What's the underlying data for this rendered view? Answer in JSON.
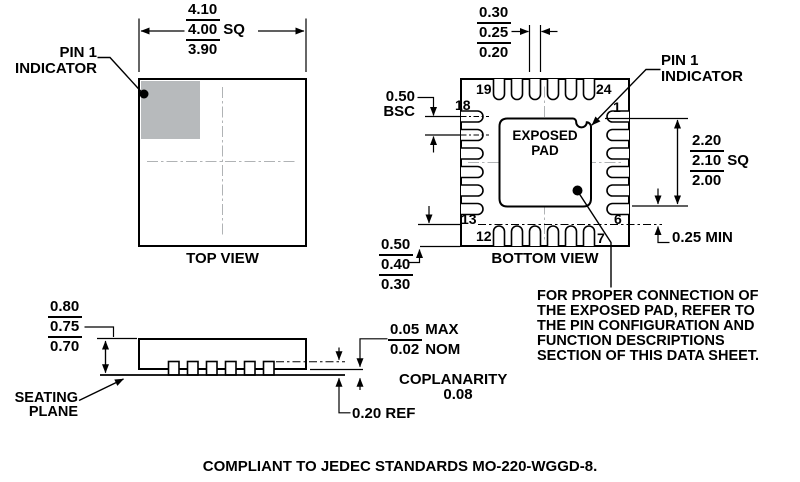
{
  "top_view": {
    "caption": "TOP VIEW",
    "pin1_label_line1": "PIN 1",
    "pin1_label_line2": "INDICATOR",
    "dim_body": {
      "max": "4.10",
      "typ": "4.00",
      "unit": "SQ",
      "min": "3.90"
    }
  },
  "bottom_view": {
    "caption": "BOTTOM VIEW",
    "pin1_label_line1": "PIN 1",
    "pin1_label_line2": "INDICATOR",
    "pad_label_line1": "EXPOSED",
    "pad_label_line2": "PAD",
    "dim_lead_width": {
      "max": "0.30",
      "typ": "0.25",
      "min": "0.20"
    },
    "dim_pitch": {
      "value": "0.50",
      "qualifier": "BSC"
    },
    "dim_pad": {
      "max": "2.20",
      "typ": "2.10",
      "unit": "SQ",
      "min": "2.00"
    },
    "dim_pad_clearance": "0.25 MIN",
    "dim_lead_length": {
      "max": "0.50",
      "typ": "0.40",
      "min": "0.30"
    },
    "pins": {
      "p19": "19",
      "p24": "24",
      "p18": "18",
      "p1": "1",
      "p13": "13",
      "p6": "6",
      "p12": "12",
      "p7": "7"
    }
  },
  "side_view": {
    "dim_height": {
      "max": "0.80",
      "typ": "0.75",
      "min": "0.70"
    },
    "seating_line1": "SEATING",
    "seating_line2": "PLANE",
    "dim_standoff": {
      "max": "0.05",
      "max_q": "MAX",
      "nom": "0.02",
      "nom_q": "NOM"
    },
    "coplanarity_label": "COPLANARITY",
    "coplanarity_value": "0.08",
    "dim_lead_thickness": "0.20 REF"
  },
  "notes": {
    "exposed_pad": [
      "FOR PROPER CONNECTION OF",
      "THE EXPOSED PAD, REFER TO",
      "THE PIN CONFIGURATION AND",
      "FUNCTION DESCRIPTIONS",
      "SECTION OF THIS DATA SHEET."
    ],
    "compliance": "COMPLIANT TO JEDEC STANDARDS MO-220-WGGD-8."
  }
}
